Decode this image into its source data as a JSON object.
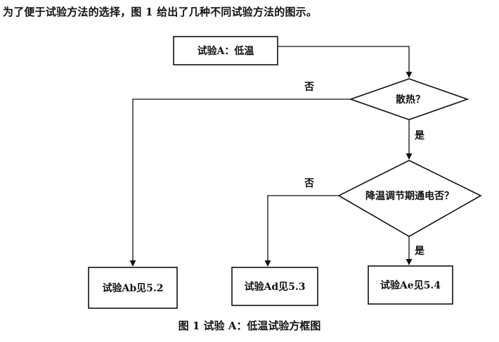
{
  "intro_text": "为了便于试验方法的选择，图 1 给出了几种不同试验方法的图示。",
  "nodes": {
    "start": "试验A：低温",
    "decision_heat": "散热？",
    "decision_power": "降温调节期通电否？",
    "result_ab": "试验Ab见5.2",
    "result_ad": "试验Ad见5.3",
    "result_ae": "试验Ae见5.4"
  },
  "edges": {
    "no_1": "否",
    "yes_1": "是",
    "no_2": "否",
    "yes_2": "是"
  },
  "caption": "图 1    试验 A：低温试验方框图"
}
